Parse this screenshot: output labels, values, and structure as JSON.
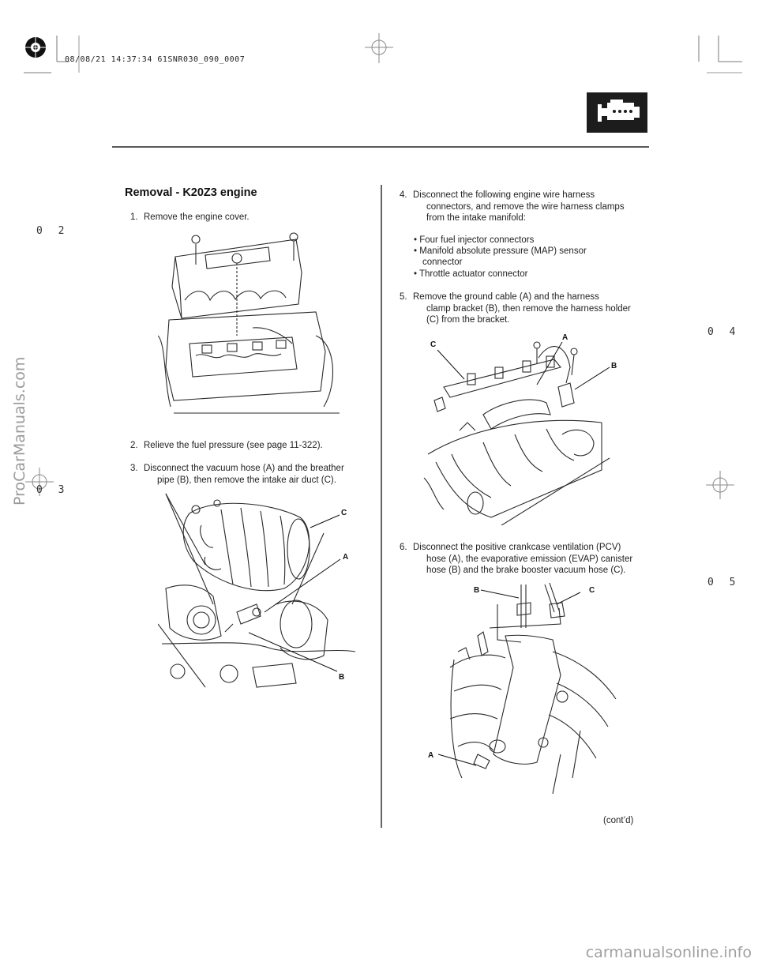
{
  "header": {
    "print_stamp": "08/08/21 14:37:34 61SNR030_090_0007",
    "section_icon": "engine-icon"
  },
  "watermarks": {
    "side": "ProCarManuals.com",
    "bottom": "carmanualsonline.info"
  },
  "margin_marks": {
    "left_top": "0 2",
    "left_bottom": "0 3",
    "right_top": "0 4",
    "right_bottom": "0 5"
  },
  "section": {
    "title": "Removal - K20Z3 engine"
  },
  "steps": [
    {
      "number": "1.",
      "text": "Remove the engine cover."
    },
    {
      "number": "2.",
      "text": "Relieve the fuel pressure (see page 11-322)."
    },
    {
      "number": "3.",
      "line1": "Disconnect the vacuum hose (A) and the breather",
      "line2": "pipe (B), then remove the intake air duct (C)."
    },
    {
      "number": "4.",
      "line1": "Disconnect the following engine wire harness",
      "line2": "connectors, and remove the wire harness clamps",
      "line3": "from the intake manifold:",
      "bullets": [
        "Four fuel injector connectors",
        "Manifold absolute pressure (MAP) sensor",
        "connector",
        "Throttle actuator connector"
      ]
    },
    {
      "number": "5.",
      "line1": "Remove the ground cable (A) and the harness",
      "line2": "clamp bracket (B), then remove the harness holder",
      "line3": "(C) from the bracket."
    },
    {
      "number": "6.",
      "line1": "Disconnect the positive crankcase ventilation (PCV)",
      "line2": "hose (A), the evaporative emission (EVAP) canister",
      "line3": "hose (B) and the brake booster vacuum hose (C)."
    }
  ],
  "callouts": {
    "fig3": {
      "c": "C",
      "a": "A",
      "b": "B"
    },
    "fig5": {
      "c": "C",
      "a": "A",
      "b": "B"
    },
    "fig6": {
      "b": "B",
      "c": "C",
      "a": "A"
    }
  },
  "footer": {
    "continued": "(cont’d)"
  }
}
